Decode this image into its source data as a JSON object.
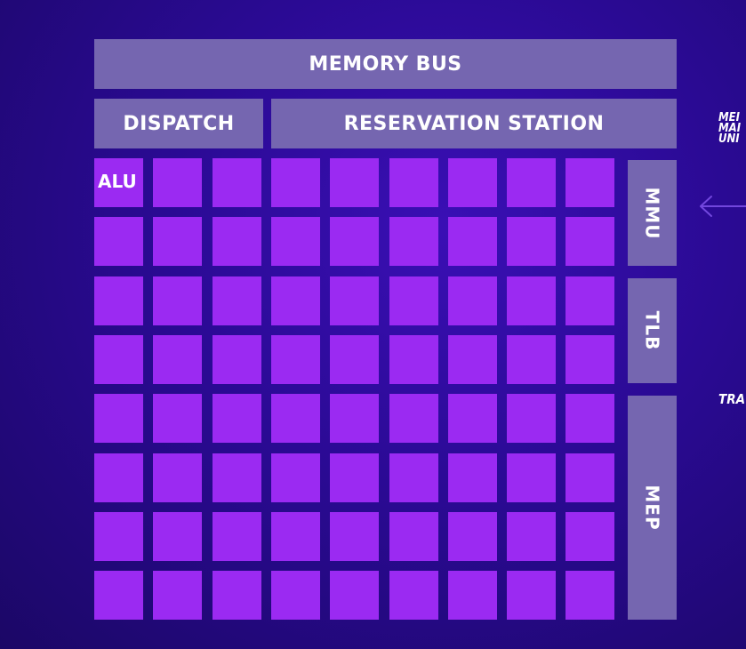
{
  "diagram": {
    "memory_bus": "MEMORY BUS",
    "dispatch": "DISPATCH",
    "reservation_station": "RESERVATION STATION",
    "mmu": "MMU",
    "tlb": "TLB",
    "mep": "MEP",
    "alu": "ALU",
    "grid": {
      "rows": 8,
      "cols": 9
    }
  },
  "annotations": {
    "mmu_line1": "MEI",
    "mmu_line2": "MAI",
    "mmu_line3": "UNI",
    "tlb_text": "TRA"
  },
  "colors": {
    "background": "#2a0a93",
    "block": "#7566b0",
    "cell": "#9b2af2",
    "arrow": "#8b5cf6"
  }
}
